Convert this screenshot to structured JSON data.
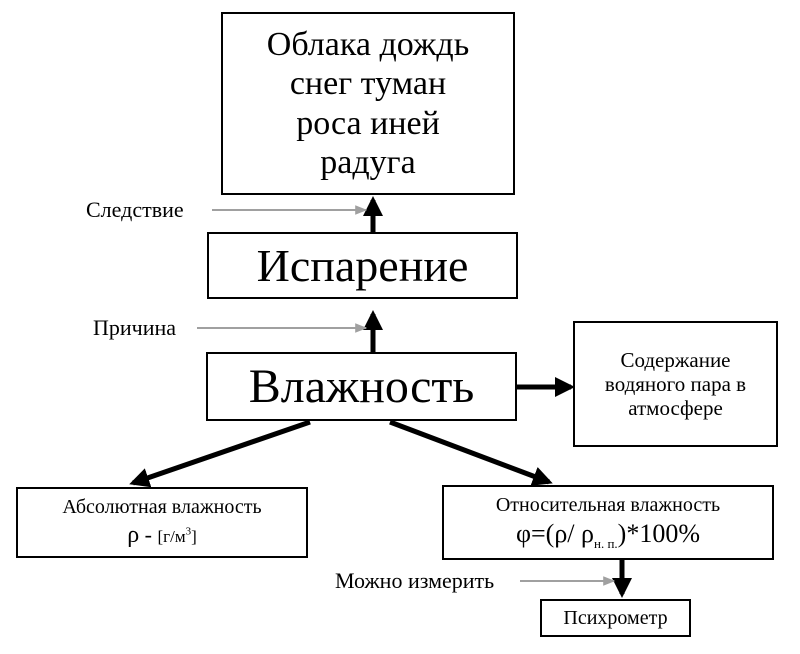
{
  "nodes": {
    "phenomena": {
      "lines": [
        "Облака дождь",
        "снег туман",
        "роса иней",
        "радуга"
      ]
    },
    "evaporation": {
      "text": "Испарение"
    },
    "humidity": {
      "text": "Влажность"
    },
    "vapor_content": {
      "lines": [
        "Содержание",
        "водяного пара в",
        "атмосфере"
      ]
    },
    "absolute": {
      "title": "Абсолютная влажность",
      "rho": "ρ",
      "dash": " - ",
      "unit": "[г/м",
      "unit_sup": "3",
      "unit_close": "]"
    },
    "relative": {
      "title": "Относительная влажность",
      "formula_start": "φ=(ρ/ ρ",
      "formula_sub": "н. п.",
      "formula_end": ")*100%"
    },
    "psychrometer": {
      "text": "Психрометр"
    }
  },
  "labels": {
    "consequence": "Следствие",
    "cause": "Причина",
    "can_measure": "Можно измерить"
  },
  "colors": {
    "stroke": "#000000",
    "pointer": "#a0a0a0"
  }
}
